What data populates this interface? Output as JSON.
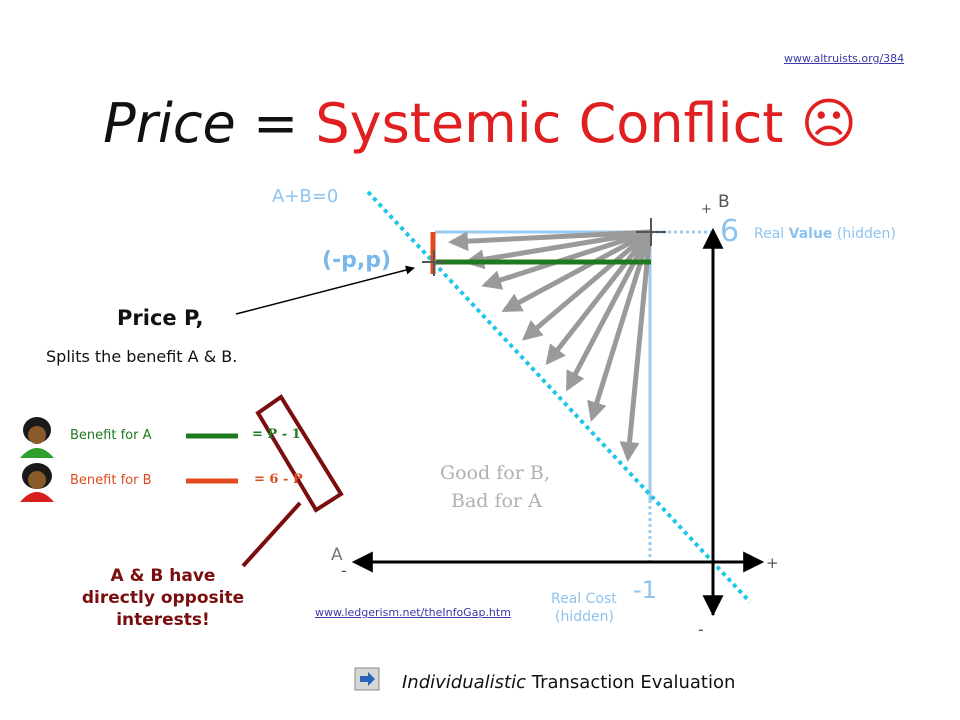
{
  "header": {
    "link_text": "www.altruists.org/384"
  },
  "title": {
    "part1": "Price = ",
    "part2": "Systemic Conflict ",
    "glyph": "☹"
  },
  "diagram": {
    "line_label": "A+B=0",
    "point_label": "(-p,p)",
    "axis_b_label": "B",
    "axis_a_label": "A",
    "plus_top": "+",
    "minus_bottom": "-",
    "plus_right": "+",
    "minus_left": "-",
    "value_six": "6",
    "value_minus_one": "-1",
    "real_value_prefix": "Real ",
    "real_value_bold": "Value",
    "real_value_suffix": " (hidden)",
    "real_cost_line1": "Real Cost",
    "real_cost_line2": "(hidden)",
    "region_line1": "Good for B,",
    "region_line2": "Bad for A"
  },
  "left_panel": {
    "price_title": "Price P,",
    "price_subtitle": "Splits the benefit A & B.",
    "benefit_a_label": "Benefit for A",
    "benefit_a_formula": "=  P  - 1",
    "benefit_b_label": "Benefit for B",
    "benefit_b_formula": "=  6 - P",
    "conclusion_line1": "A & B have",
    "conclusion_line2": "directly opposite",
    "conclusion_line3": "interests!"
  },
  "bottom_link": {
    "link_text": "www.ledgerism.net/theInfoGap.htm"
  },
  "footer": {
    "italic": "Individualistic",
    "rest": "  Transaction Evaluation"
  },
  "colors": {
    "title_red": "#e02020",
    "axis": "#000000",
    "guide_blue": "#9ccbf0",
    "dashed_cyan": "#1ec6e8",
    "arrow_grey": "#9a9a9a",
    "benefit_a_green": "#1e7a1e",
    "benefit_b_red": "#e04a1e",
    "bracket_maroon": "#7a0e0e"
  },
  "icons": [
    "person-a-icon",
    "person-b-icon",
    "next-slide-icon",
    "frowning-face-icon"
  ]
}
